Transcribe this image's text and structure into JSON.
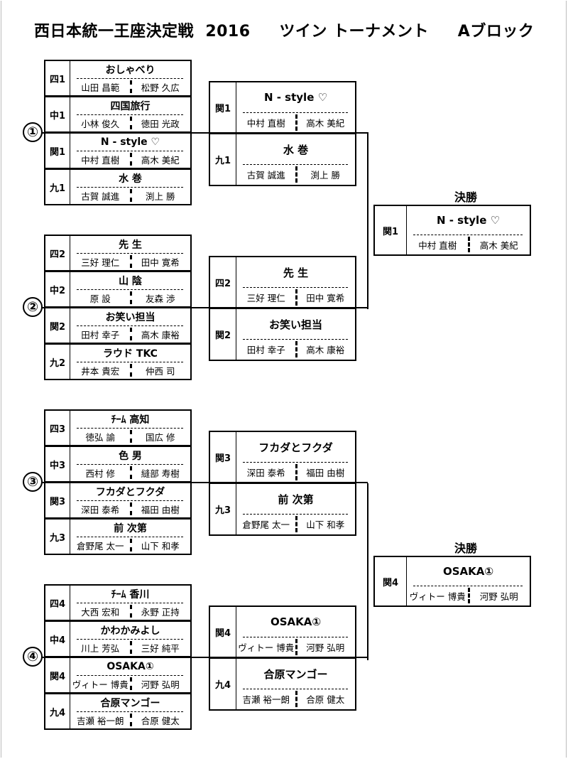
{
  "title": "西日本統一王座決定戦  2016     ツイン トーナメント     Aブロック",
  "blocks": [
    {
      "label": "①",
      "round1": [
        {
          "region": "四1",
          "team": "おしゃべり",
          "players": [
            "山田 昌範",
            "松野 久広"
          ]
        },
        {
          "region": "中1",
          "team": "四国旅行",
          "players": [
            "小林 俊久",
            "徳田 光政"
          ]
        },
        {
          "region": "関1",
          "team": "N - style ♡",
          "players": [
            "中村 直樹",
            "高木 美紀"
          ]
        },
        {
          "region": "九1",
          "team": "水 巻",
          "players": [
            "古賀 誠進",
            "渕上 勝"
          ]
        }
      ],
      "round2": [
        {
          "region": "関1",
          "team": "N - style ♡",
          "players": [
            "中村 直樹",
            "高木 美紀"
          ]
        },
        {
          "region": "九1",
          "team": "水 巻",
          "players": [
            "古賀 誠進",
            "渕上 勝"
          ]
        }
      ]
    },
    {
      "label": "②",
      "round1": [
        {
          "region": "四2",
          "team": "先 生",
          "players": [
            "三好 理仁",
            "田中 寛希"
          ]
        },
        {
          "region": "中2",
          "team": "山 陰",
          "players": [
            "原 設",
            "友森 渉"
          ]
        },
        {
          "region": "関2",
          "team": "お笑い担当",
          "players": [
            "田村 幸子",
            "高木 康裕"
          ]
        },
        {
          "region": "九2",
          "team": "ラウド TKC",
          "players": [
            "井本 貴宏",
            "仲西 司"
          ]
        }
      ],
      "round2": [
        {
          "region": "四2",
          "team": "先 生",
          "players": [
            "三好 理仁",
            "田中 寛希"
          ]
        },
        {
          "region": "関2",
          "team": "お笑い担当",
          "players": [
            "田村 幸子",
            "高木 康裕"
          ]
        }
      ]
    },
    {
      "label": "③",
      "round1": [
        {
          "region": "四3",
          "team": "ﾁｰﾑ 高知",
          "players": [
            "徳弘 諭",
            "国広 修"
          ]
        },
        {
          "region": "中3",
          "team": "色 男",
          "players": [
            "西村 修",
            "縫部 寿樹"
          ]
        },
        {
          "region": "関3",
          "team": "フカダとフクダ",
          "players": [
            "深田 泰希",
            "福田 由樹"
          ]
        },
        {
          "region": "九3",
          "team": "前 次第",
          "players": [
            "倉野尾 太一",
            "山下 和孝"
          ]
        }
      ],
      "round2": [
        {
          "region": "関3",
          "team": "フカダとフクダ",
          "players": [
            "深田 泰希",
            "福田 由樹"
          ]
        },
        {
          "region": "九3",
          "team": "前 次第",
          "players": [
            "倉野尾 太一",
            "山下 和孝"
          ]
        }
      ]
    },
    {
      "label": "④",
      "round1": [
        {
          "region": "四4",
          "team": "ﾁｰﾑ 香川",
          "players": [
            "大西 宏和",
            "永野 正持"
          ]
        },
        {
          "region": "中4",
          "team": "かわかみよし",
          "players": [
            "川上 芳弘",
            "三好 純平"
          ]
        },
        {
          "region": "関4",
          "team": "OSAKA①",
          "players": [
            "ヴィトー 博貴",
            "河野 弘明"
          ]
        },
        {
          "region": "九4",
          "team": "合原マンゴー",
          "players": [
            "吉瀬 裕一朗",
            "合原 健太"
          ]
        }
      ],
      "round2": [
        {
          "region": "関4",
          "team": "OSAKA①",
          "players": [
            "ヴィトー 博貴",
            "河野 弘明"
          ]
        },
        {
          "region": "九4",
          "team": "合原マンゴー",
          "players": [
            "吉瀬 裕一朗",
            "合原 健太"
          ]
        }
      ]
    }
  ],
  "finals": [
    {
      "label": "決勝",
      "region": "関1",
      "team": "N - style ♡",
      "players": [
        "中村 直樹",
        "高木 美紀"
      ]
    },
    {
      "label": "決勝",
      "region": "関4",
      "team": "OSAKA①",
      "players": [
        "ヴィトー 博貴",
        "河野 弘明"
      ]
    }
  ]
}
